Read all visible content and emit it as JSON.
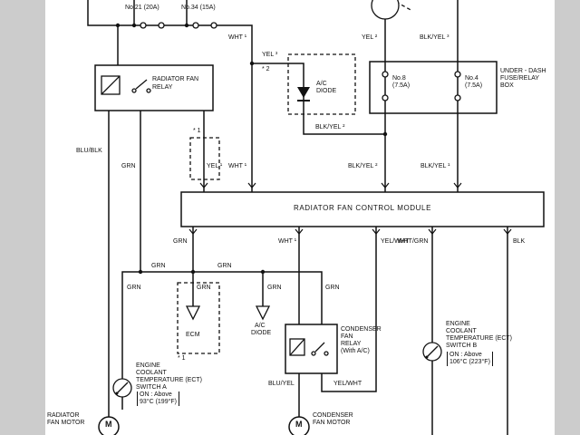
{
  "colors": {
    "background": "#ffffff",
    "line": "#111111",
    "side_band": "#cccccc"
  },
  "labels": {
    "fuse21": {
      "text": "No.21 (20A)"
    },
    "fuse34": {
      "text": "No.34 (15A)"
    },
    "wht1_top": {
      "text": "WHT ¹"
    },
    "yel2": {
      "text": "YEL ²"
    },
    "blkyel3": {
      "text": "BLK/YEL ³"
    },
    "yel3": {
      "text": "YEL ³"
    },
    "star2": {
      "text": "* 2"
    },
    "ac_diode_top": {
      "l1": "A/C",
      "l2": "DIODE"
    },
    "radiator_fan_relay": {
      "l1": "RADIATOR FAN",
      "l2": "RELAY"
    },
    "fuse_no8": {
      "l1": "No.8",
      "l2": "(7.5A)"
    },
    "fuse_no4": {
      "l1": "No.4",
      "l2": "(7.5A)"
    },
    "underdash": {
      "l1": "UNDER - DASH",
      "l2": "FUSE/RELAY",
      "l3": "BOX"
    },
    "blkyel2_mid": {
      "text": "BLK/YEL ²"
    },
    "star1_top": {
      "text": "* 1"
    },
    "blublk": {
      "text": "BLU/BLK"
    },
    "grn_left": {
      "text": "GRN"
    },
    "yel1": {
      "text": "YEL ¹"
    },
    "wht1_mid": {
      "text": "WHT ¹"
    },
    "blkyel2_row": {
      "text": "BLK/YEL ²"
    },
    "blkyel1_row": {
      "text": "BLK/YEL ¹"
    },
    "module": {
      "text": "RADIATOR FAN CONTROL MODULE"
    },
    "grn_out": {
      "text": "GRN"
    },
    "wht1_out": {
      "text": "WHT ¹"
    },
    "yelwht_out": {
      "text": "YEL/WHT"
    },
    "whtgrn_out": {
      "text": "WHT/GRN"
    },
    "blk_out": {
      "text": "BLK"
    },
    "grn_bus1": {
      "text": "GRN"
    },
    "grn_bus2": {
      "text": "GRN"
    },
    "grn_v1": {
      "text": "GRN"
    },
    "grn_v2": {
      "text": "GRN"
    },
    "grn_v3": {
      "text": "GRN"
    },
    "grn_v4": {
      "text": "GRN"
    },
    "ecm": {
      "text": "ECM"
    },
    "star1_bottom": {
      "text": "* 1"
    },
    "ac_diode_bottom": {
      "l1": "A/C",
      "l2": "DIODE"
    },
    "condenser_relay": {
      "l1": "CONDENSER",
      "l2": "FAN",
      "l3": "RELAY",
      "l4": "(With A/C)"
    },
    "bluyel": {
      "text": "BLU/YEL"
    },
    "yelwht_mid": {
      "text": "YEL/WHT"
    },
    "ect_b": {
      "l1": "ENGINE",
      "l2": "COOLANT",
      "l3": "TEMPERATURE (ECT)",
      "l4": "SWITCH B"
    },
    "ect_b_on": {
      "l1": "ON : Above",
      "l2": "106°C (223°F)"
    },
    "ect_a": {
      "l1": "ENGINE",
      "l2": "COOLANT",
      "l3": "TEMPERATURE (ECT)",
      "l4": "SWITCH A"
    },
    "ect_a_on": {
      "l1": "ON : Above",
      "l2": "93°C (199°F)"
    },
    "radiator_motor": {
      "l1": "RADIATOR",
      "l2": "FAN MOTOR"
    },
    "condenser_motor": {
      "l1": "CONDENSER",
      "l2": "FAN MOTOR"
    },
    "motor_m_radiator": {
      "text": "M"
    },
    "motor_m_condenser": {
      "text": "M"
    }
  }
}
